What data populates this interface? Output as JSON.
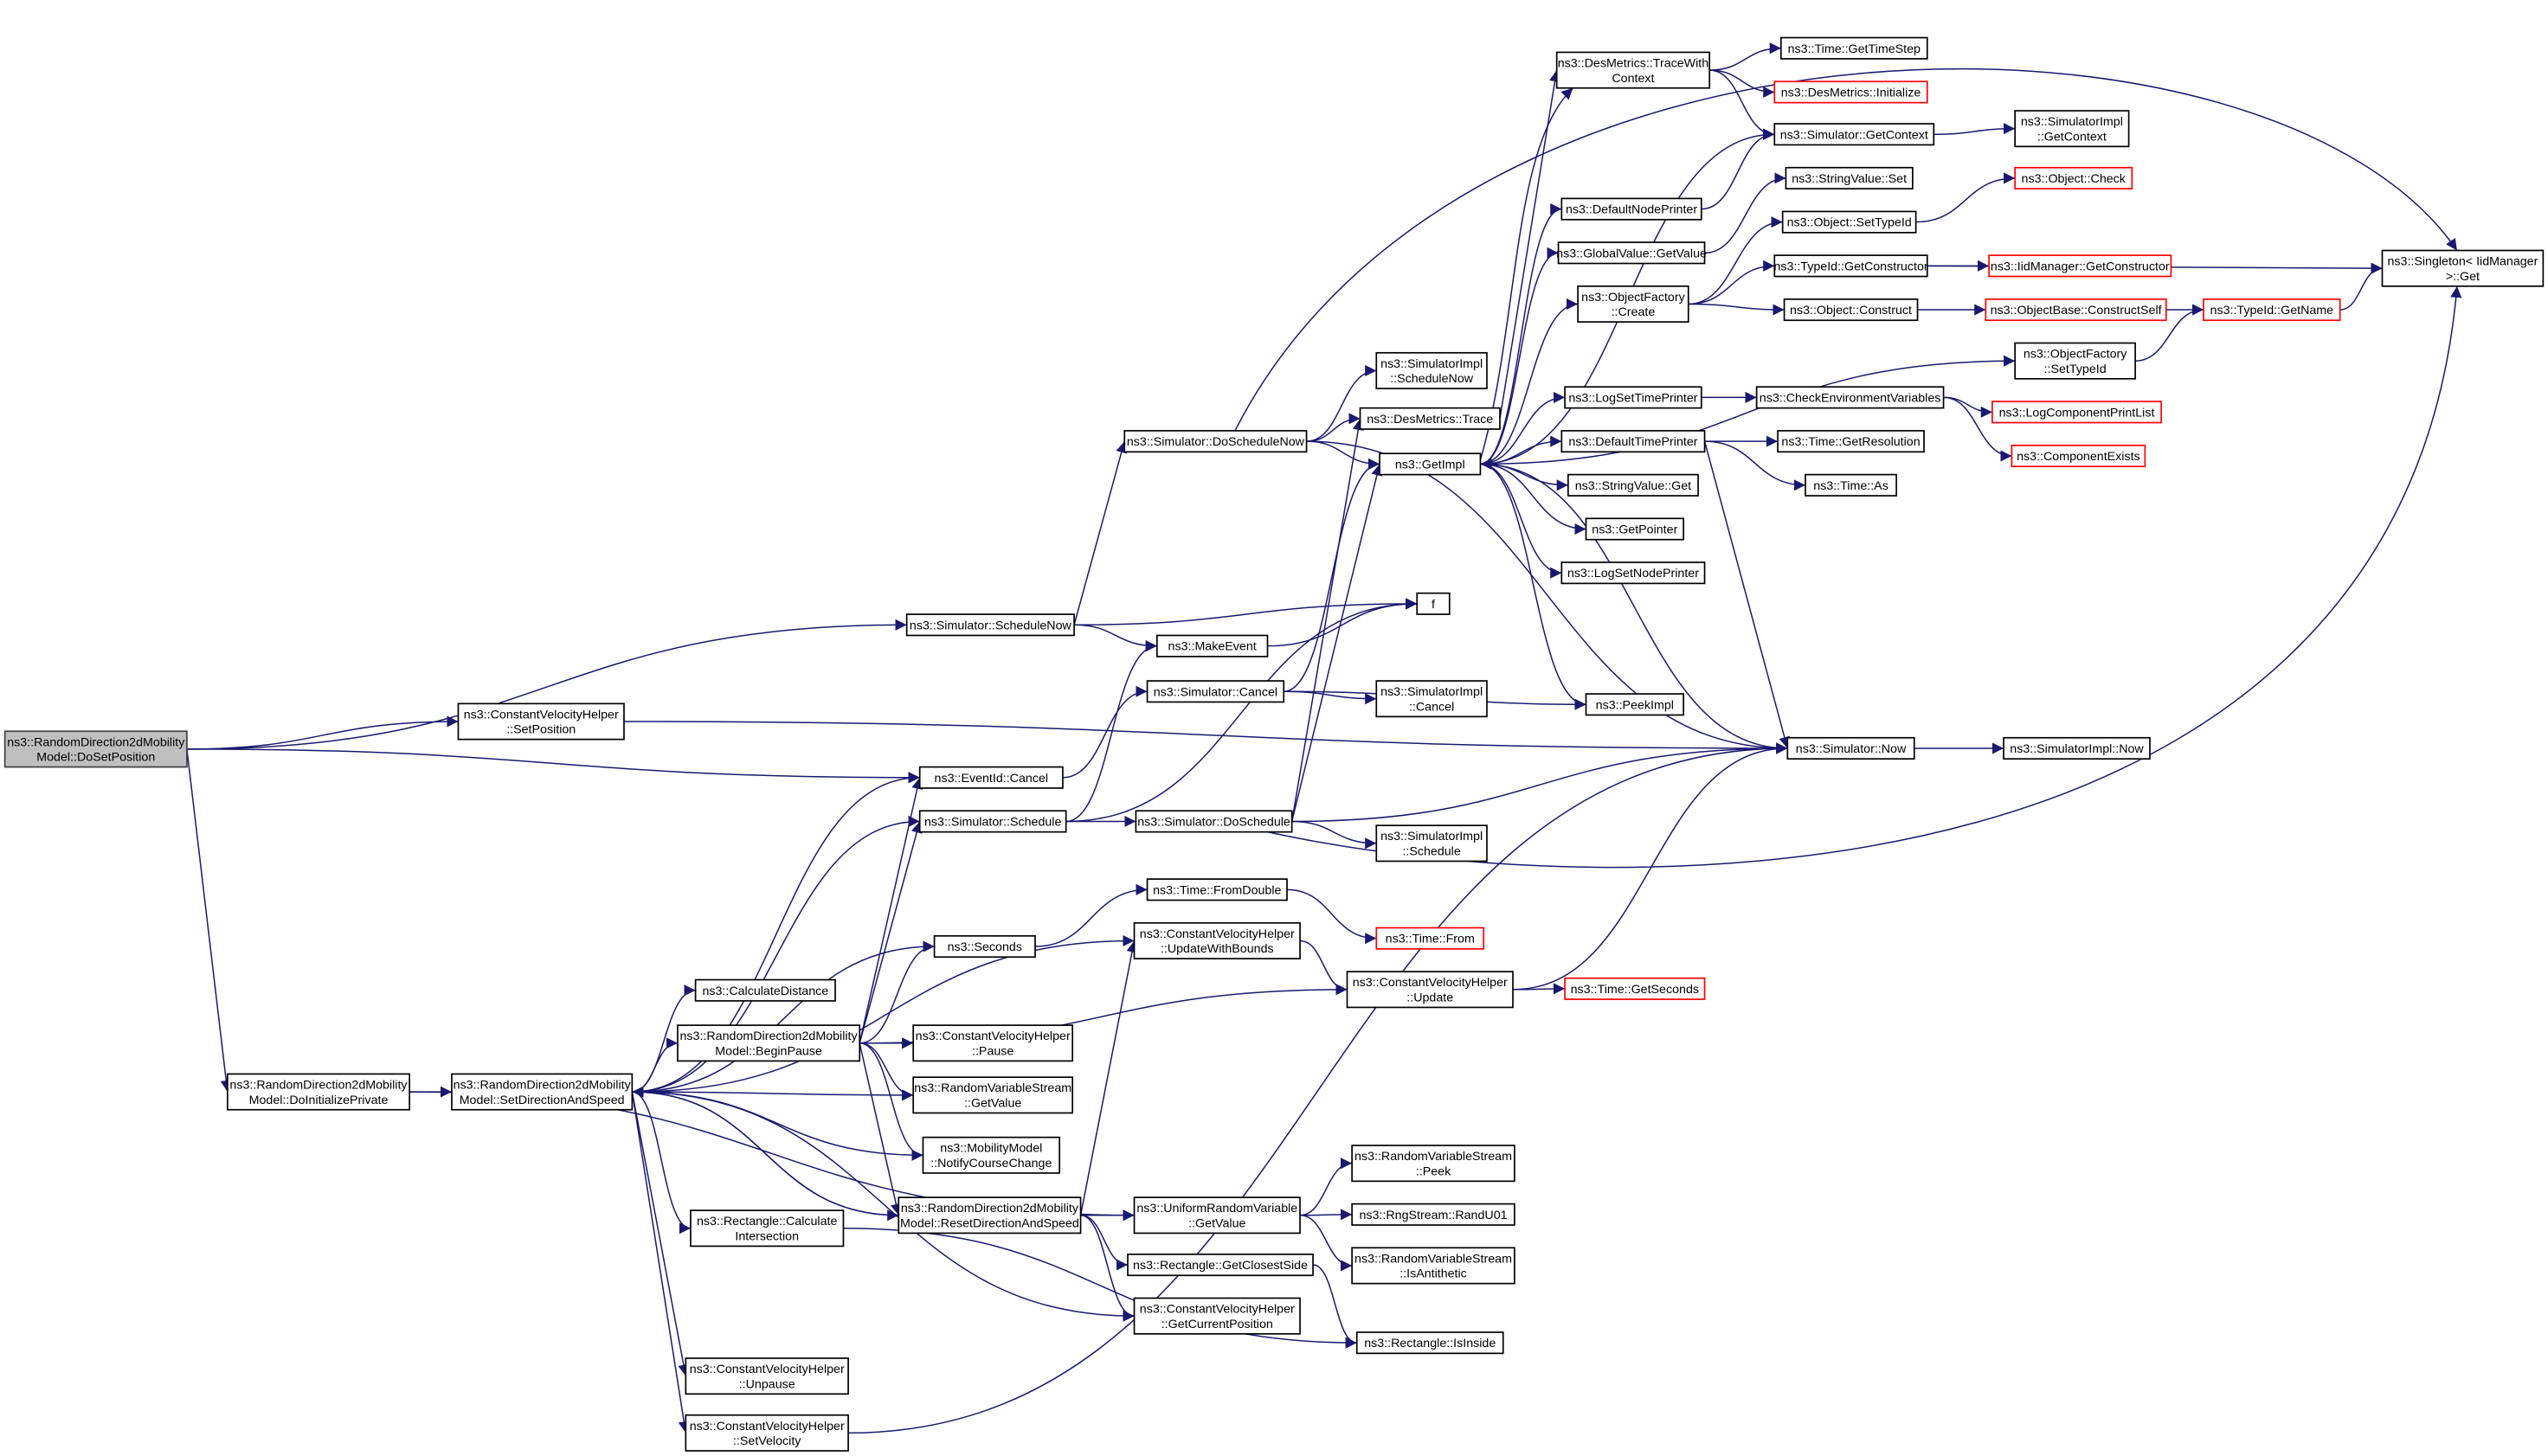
{
  "colors": {
    "edge": "#191970",
    "root_fill": "#bfbfbf",
    "normal_border": "#000000",
    "truncated_border": "#ff0000",
    "background": "#ffffff"
  },
  "nodes": [
    {
      "id": "doSetPosition",
      "lines": [
        "ns3::RandomDirection2dMobility",
        "Model::DoSetPosition"
      ],
      "style": "root"
    },
    {
      "id": "cvhSetPosition",
      "lines": [
        "ns3::ConstantVelocityHelper",
        "::SetPosition"
      ],
      "style": "normal"
    },
    {
      "id": "simScheduleNow",
      "lines": [
        "ns3::Simulator::ScheduleNow"
      ],
      "style": "normal"
    },
    {
      "id": "eventIdCancel",
      "lines": [
        "ns3::EventId::Cancel"
      ],
      "style": "normal"
    },
    {
      "id": "doInitializePrivate",
      "lines": [
        "ns3::RandomDirection2dMobility",
        "Model::DoInitializePrivate"
      ],
      "style": "normal"
    },
    {
      "id": "setDirectionAndSpeed",
      "lines": [
        "ns3::RandomDirection2dMobility",
        "Model::SetDirectionAndSpeed"
      ],
      "style": "normal"
    },
    {
      "id": "doScheduleNow",
      "lines": [
        "ns3::Simulator::DoScheduleNow"
      ],
      "style": "normal"
    },
    {
      "id": "makeEvent",
      "lines": [
        "ns3::MakeEvent"
      ],
      "style": "normal"
    },
    {
      "id": "simCancel",
      "lines": [
        "ns3::Simulator::Cancel"
      ],
      "style": "normal"
    },
    {
      "id": "simSchedule",
      "lines": [
        "ns3::Simulator::Schedule"
      ],
      "style": "normal"
    },
    {
      "id": "simDoSchedule",
      "lines": [
        "ns3::Simulator::DoSchedule"
      ],
      "style": "normal"
    },
    {
      "id": "seconds",
      "lines": [
        "ns3::Seconds"
      ],
      "style": "normal"
    },
    {
      "id": "calculateDistance",
      "lines": [
        "ns3::CalculateDistance"
      ],
      "style": "normal"
    },
    {
      "id": "beginPause",
      "lines": [
        "ns3::RandomDirection2dMobility",
        "Model::BeginPause"
      ],
      "style": "normal"
    },
    {
      "id": "cvhPause",
      "lines": [
        "ns3::ConstantVelocityHelper",
        "::Pause"
      ],
      "style": "normal"
    },
    {
      "id": "rvsGetValue",
      "lines": [
        "ns3::RandomVariableStream",
        "::GetValue"
      ],
      "style": "normal"
    },
    {
      "id": "notifyCourseChange",
      "lines": [
        "ns3::MobilityModel",
        "::NotifyCourseChange"
      ],
      "style": "normal"
    },
    {
      "id": "resetDirectionAndSpeed",
      "lines": [
        "ns3::RandomDirection2dMobility",
        "Model::ResetDirectionAndSpeed"
      ],
      "style": "normal"
    },
    {
      "id": "calculateIntersection",
      "lines": [
        "ns3::Rectangle::Calculate",
        "Intersection"
      ],
      "style": "normal"
    },
    {
      "id": "cvhUnpause",
      "lines": [
        "ns3::ConstantVelocityHelper",
        "::Unpause"
      ],
      "style": "normal"
    },
    {
      "id": "cvhSetVelocity",
      "lines": [
        "ns3::ConstantVelocityHelper",
        "::SetVelocity"
      ],
      "style": "normal"
    },
    {
      "id": "timeFromDouble",
      "lines": [
        "ns3::Time::FromDouble"
      ],
      "style": "normal"
    },
    {
      "id": "cvhUpdateWithBounds",
      "lines": [
        "ns3::ConstantVelocityHelper",
        "::UpdateWithBounds"
      ],
      "style": "normal"
    },
    {
      "id": "timeFrom",
      "lines": [
        "ns3::Time::From"
      ],
      "style": "red"
    },
    {
      "id": "cvhUpdate",
      "lines": [
        "ns3::ConstantVelocityHelper",
        "::Update"
      ],
      "style": "normal"
    },
    {
      "id": "timeGetSeconds",
      "lines": [
        "ns3::Time::GetSeconds"
      ],
      "style": "red"
    },
    {
      "id": "urvGetValue",
      "lines": [
        "ns3::UniformRandomVariable",
        "::GetValue"
      ],
      "style": "normal"
    },
    {
      "id": "getClosestSide",
      "lines": [
        "ns3::Rectangle::GetClosestSide"
      ],
      "style": "normal"
    },
    {
      "id": "cvhGetCurrentPosition",
      "lines": [
        "ns3::ConstantVelocityHelper",
        "::GetCurrentPosition"
      ],
      "style": "normal"
    },
    {
      "id": "rvsPeek",
      "lines": [
        "ns3::RandomVariableStream",
        "::Peek"
      ],
      "style": "normal"
    },
    {
      "id": "randU01",
      "lines": [
        "ns3::RngStream::RandU01"
      ],
      "style": "normal"
    },
    {
      "id": "rvsIsAntithetic",
      "lines": [
        "ns3::RandomVariableStream",
        "::IsAntithetic"
      ],
      "style": "normal"
    },
    {
      "id": "isInside",
      "lines": [
        "ns3::Rectangle::IsInside"
      ],
      "style": "normal"
    },
    {
      "id": "simImplScheduleNow",
      "lines": [
        "ns3::SimulatorImpl",
        "::ScheduleNow"
      ],
      "style": "normal"
    },
    {
      "id": "desMetricsTrace",
      "lines": [
        "ns3::DesMetrics::Trace"
      ],
      "style": "normal"
    },
    {
      "id": "getImpl",
      "lines": [
        "ns3::GetImpl"
      ],
      "style": "normal"
    },
    {
      "id": "f",
      "lines": [
        "f"
      ],
      "style": "normal"
    },
    {
      "id": "simImplCancel",
      "lines": [
        "ns3::SimulatorImpl",
        "::Cancel"
      ],
      "style": "normal"
    },
    {
      "id": "peekImpl",
      "lines": [
        "ns3::PeekImpl"
      ],
      "style": "normal"
    },
    {
      "id": "simImplSchedule",
      "lines": [
        "ns3::SimulatorImpl",
        "::Schedule"
      ],
      "style": "normal"
    },
    {
      "id": "simNow",
      "lines": [
        "ns3::Simulator::Now"
      ],
      "style": "normal"
    },
    {
      "id": "simImplNow",
      "lines": [
        "ns3::SimulatorImpl::Now"
      ],
      "style": "normal"
    },
    {
      "id": "traceWithContext",
      "lines": [
        "ns3::DesMetrics::TraceWith",
        "Context"
      ],
      "style": "normal"
    },
    {
      "id": "getTimeStep",
      "lines": [
        "ns3::Time::GetTimeStep"
      ],
      "style": "normal"
    },
    {
      "id": "desMetricsInitialize",
      "lines": [
        "ns3::DesMetrics::Initialize"
      ],
      "style": "red"
    },
    {
      "id": "simGetContext",
      "lines": [
        "ns3::Simulator::GetContext"
      ],
      "style": "normal"
    },
    {
      "id": "simImplGetContext",
      "lines": [
        "ns3::SimulatorImpl",
        "::GetContext"
      ],
      "style": "normal"
    },
    {
      "id": "defaultNodePrinter",
      "lines": [
        "ns3::DefaultNodePrinter"
      ],
      "style": "normal"
    },
    {
      "id": "globalValueGetValue",
      "lines": [
        "ns3::GlobalValue::GetValue"
      ],
      "style": "normal"
    },
    {
      "id": "stringValueSet",
      "lines": [
        "ns3::StringValue::Set"
      ],
      "style": "normal"
    },
    {
      "id": "objectSetTypeId",
      "lines": [
        "ns3::Object::SetTypeId"
      ],
      "style": "normal"
    },
    {
      "id": "objectCheck",
      "lines": [
        "ns3::Object::Check"
      ],
      "style": "red"
    },
    {
      "id": "objectFactoryCreate",
      "lines": [
        "ns3::ObjectFactory",
        "::Create"
      ],
      "style": "normal"
    },
    {
      "id": "typeIdGetConstructor",
      "lines": [
        "ns3::TypeId::GetConstructor"
      ],
      "style": "normal"
    },
    {
      "id": "iidGetConstructor",
      "lines": [
        "ns3::IidManager::GetConstructor"
      ],
      "style": "red"
    },
    {
      "id": "objectConstruct",
      "lines": [
        "ns3::Object::Construct"
      ],
      "style": "normal"
    },
    {
      "id": "constructSelf",
      "lines": [
        "ns3::ObjectBase::ConstructSelf"
      ],
      "style": "red"
    },
    {
      "id": "typeIdGetName",
      "lines": [
        "ns3::TypeId::GetName"
      ],
      "style": "red"
    },
    {
      "id": "singletonGet",
      "lines": [
        "ns3::Singleton< IidManager",
        ">::Get"
      ],
      "style": "normal"
    },
    {
      "id": "objectFactorySetTypeId",
      "lines": [
        "ns3::ObjectFactory",
        "::SetTypeId"
      ],
      "style": "normal"
    },
    {
      "id": "logSetTimePrinter",
      "lines": [
        "ns3::LogSetTimePrinter"
      ],
      "style": "normal"
    },
    {
      "id": "checkEnvVars",
      "lines": [
        "ns3::CheckEnvironmentVariables"
      ],
      "style": "normal"
    },
    {
      "id": "logComponentPrintList",
      "lines": [
        "ns3::LogComponentPrintList"
      ],
      "style": "red"
    },
    {
      "id": "componentExists",
      "lines": [
        "ns3::ComponentExists"
      ],
      "style": "red"
    },
    {
      "id": "defaultTimePrinter",
      "lines": [
        "ns3::DefaultTimePrinter"
      ],
      "style": "normal"
    },
    {
      "id": "timeGetResolution",
      "lines": [
        "ns3::Time::GetResolution"
      ],
      "style": "normal"
    },
    {
      "id": "timeAs",
      "lines": [
        "ns3::Time::As"
      ],
      "style": "normal"
    },
    {
      "id": "stringValueGet",
      "lines": [
        "ns3::StringValue::Get"
      ],
      "style": "normal"
    },
    {
      "id": "getPointer",
      "lines": [
        "ns3::GetPointer"
      ],
      "style": "normal"
    },
    {
      "id": "logSetNodePrinter",
      "lines": [
        "ns3::LogSetNodePrinter"
      ],
      "style": "normal"
    }
  ],
  "edges": [
    [
      "doSetPosition",
      "simScheduleNow"
    ],
    [
      "doSetPosition",
      "cvhSetPosition"
    ],
    [
      "doSetPosition",
      "eventIdCancel"
    ],
    [
      "doSetPosition",
      "doInitializePrivate"
    ],
    [
      "cvhSetPosition",
      "simNow"
    ],
    [
      "simScheduleNow",
      "doScheduleNow"
    ],
    [
      "simScheduleNow",
      "f"
    ],
    [
      "simScheduleNow",
      "makeEvent"
    ],
    [
      "eventIdCancel",
      "simCancel"
    ],
    [
      "doInitializePrivate",
      "setDirectionAndSpeed"
    ],
    [
      "doInitializePrivate",
      "urvGetValue"
    ],
    [
      "setDirectionAndSpeed",
      "eventIdCancel"
    ],
    [
      "setDirectionAndSpeed",
      "simSchedule"
    ],
    [
      "setDirectionAndSpeed",
      "cvhUpdateWithBounds"
    ],
    [
      "setDirectionAndSpeed",
      "seconds"
    ],
    [
      "setDirectionAndSpeed",
      "calculateDistance"
    ],
    [
      "setDirectionAndSpeed",
      "beginPause"
    ],
    [
      "setDirectionAndSpeed",
      "rvsGetValue"
    ],
    [
      "setDirectionAndSpeed",
      "notifyCourseChange"
    ],
    [
      "setDirectionAndSpeed",
      "calculateIntersection"
    ],
    [
      "setDirectionAndSpeed",
      "resetDirectionAndSpeed"
    ],
    [
      "setDirectionAndSpeed",
      "cvhGetCurrentPosition"
    ],
    [
      "setDirectionAndSpeed",
      "cvhUnpause"
    ],
    [
      "setDirectionAndSpeed",
      "cvhSetVelocity"
    ],
    [
      "beginPause",
      "seconds"
    ],
    [
      "beginPause",
      "simSchedule"
    ],
    [
      "beginPause",
      "eventIdCancel"
    ],
    [
      "beginPause",
      "cvhUpdate"
    ],
    [
      "beginPause",
      "cvhPause"
    ],
    [
      "beginPause",
      "rvsGetValue"
    ],
    [
      "beginPause",
      "notifyCourseChange"
    ],
    [
      "beginPause",
      "resetDirectionAndSpeed"
    ],
    [
      "resetDirectionAndSpeed",
      "setDirectionAndSpeed"
    ],
    [
      "resetDirectionAndSpeed",
      "cvhUpdateWithBounds"
    ],
    [
      "resetDirectionAndSpeed",
      "urvGetValue"
    ],
    [
      "resetDirectionAndSpeed",
      "getClosestSide"
    ],
    [
      "resetDirectionAndSpeed",
      "cvhGetCurrentPosition"
    ],
    [
      "simSchedule",
      "simDoSchedule"
    ],
    [
      "simSchedule",
      "makeEvent"
    ],
    [
      "simSchedule",
      "f"
    ],
    [
      "doScheduleNow",
      "simImplScheduleNow"
    ],
    [
      "doScheduleNow",
      "desMetricsTrace"
    ],
    [
      "doScheduleNow",
      "getImpl"
    ],
    [
      "doScheduleNow",
      "simNow"
    ],
    [
      "doScheduleNow",
      "singletonGet"
    ],
    [
      "simDoSchedule",
      "simImplSchedule"
    ],
    [
      "simDoSchedule",
      "getImpl"
    ],
    [
      "simDoSchedule",
      "desMetricsTrace"
    ],
    [
      "simDoSchedule",
      "simNow"
    ],
    [
      "simDoSchedule",
      "singletonGet"
    ],
    [
      "simCancel",
      "simImplCancel"
    ],
    [
      "simCancel",
      "getImpl"
    ],
    [
      "simCancel",
      "peekImpl"
    ],
    [
      "makeEvent",
      "f"
    ],
    [
      "seconds",
      "timeFromDouble"
    ],
    [
      "timeFromDouble",
      "timeFrom"
    ],
    [
      "cvhUpdateWithBounds",
      "cvhUpdate"
    ],
    [
      "cvhUpdate",
      "timeGetSeconds"
    ],
    [
      "cvhUpdate",
      "simNow"
    ],
    [
      "urvGetValue",
      "rvsPeek"
    ],
    [
      "urvGetValue",
      "randU01"
    ],
    [
      "urvGetValue",
      "rvsIsAntithetic"
    ],
    [
      "getClosestSide",
      "isInside"
    ],
    [
      "calculateIntersection",
      "isInside"
    ],
    [
      "cvhSetVelocity",
      "simNow"
    ],
    [
      "desMetricsTrace",
      "traceWithContext"
    ],
    [
      "traceWithContext",
      "getTimeStep"
    ],
    [
      "traceWithContext",
      "desMetricsInitialize"
    ],
    [
      "traceWithContext",
      "simGetContext"
    ],
    [
      "simGetContext",
      "simImplGetContext"
    ],
    [
      "getImpl",
      "simGetContext"
    ],
    [
      "getImpl",
      "defaultNodePrinter"
    ],
    [
      "getImpl",
      "globalValueGetValue"
    ],
    [
      "getImpl",
      "objectFactoryCreate"
    ],
    [
      "getImpl",
      "objectFactorySetTypeId"
    ],
    [
      "getImpl",
      "logSetTimePrinter"
    ],
    [
      "getImpl",
      "defaultTimePrinter"
    ],
    [
      "getImpl",
      "stringValueGet"
    ],
    [
      "getImpl",
      "getPointer"
    ],
    [
      "getImpl",
      "logSetNodePrinter"
    ],
    [
      "getImpl",
      "peekImpl"
    ],
    [
      "getImpl",
      "traceWithContext"
    ],
    [
      "defaultNodePrinter",
      "simGetContext"
    ],
    [
      "globalValueGetValue",
      "stringValueSet"
    ],
    [
      "objectFactoryCreate",
      "objectSetTypeId"
    ],
    [
      "objectFactoryCreate",
      "typeIdGetConstructor"
    ],
    [
      "objectFactoryCreate",
      "objectConstruct"
    ],
    [
      "objectSetTypeId",
      "objectCheck"
    ],
    [
      "typeIdGetConstructor",
      "iidGetConstructor"
    ],
    [
      "typeIdGetConstructor",
      "singletonGet"
    ],
    [
      "objectConstruct",
      "constructSelf"
    ],
    [
      "constructSelf",
      "typeIdGetName"
    ],
    [
      "typeIdGetName",
      "singletonGet"
    ],
    [
      "objectFactorySetTypeId",
      "typeIdGetName"
    ],
    [
      "logSetTimePrinter",
      "checkEnvVars"
    ],
    [
      "checkEnvVars",
      "logComponentPrintList"
    ],
    [
      "checkEnvVars",
      "componentExists"
    ],
    [
      "defaultTimePrinter",
      "timeGetResolution"
    ],
    [
      "defaultTimePrinter",
      "timeAs"
    ],
    [
      "defaultTimePrinter",
      "simNow"
    ],
    [
      "simNow",
      "simImplNow"
    ],
    [
      "simNow",
      "getImpl"
    ]
  ]
}
